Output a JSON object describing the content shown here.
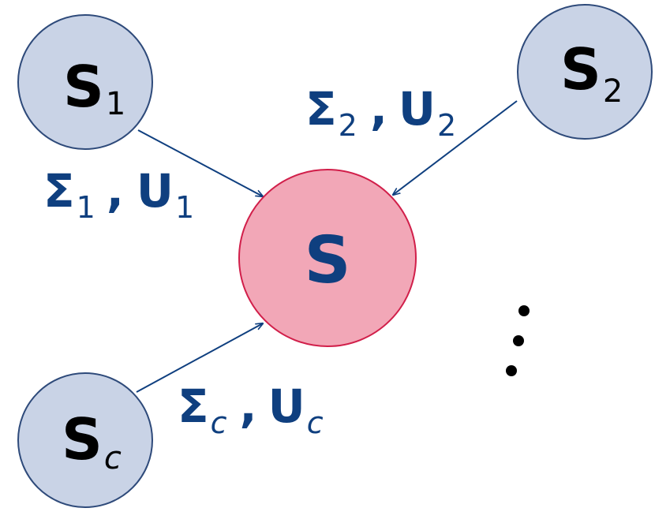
{
  "colors": {
    "source_fill": "#c9d3e6",
    "source_stroke": "#2e4a7a",
    "center_fill": "#f2a7b7",
    "center_stroke": "#d11f4a",
    "arrow": "#0f3f7f",
    "edge_text": "#0f3f7f",
    "node_text": "#000000"
  },
  "center": {
    "label": "S"
  },
  "sources": [
    {
      "label": "S",
      "sub": "1"
    },
    {
      "label": "S",
      "sub": "2"
    },
    {
      "label": "S",
      "sub": "c"
    }
  ],
  "edges": [
    {
      "sigma": "Σ",
      "sigma_sub": "1",
      "comma": ",",
      "u": "U",
      "u_sub": "1"
    },
    {
      "sigma": "Σ",
      "sigma_sub": "2",
      "comma": ",",
      "u": "U",
      "u_sub": "2"
    },
    {
      "sigma": "Σ",
      "sigma_sub": "c",
      "comma": ",",
      "u": "U",
      "u_sub": "c"
    }
  ],
  "continuation_icon": "vertical-ellipsis-icon"
}
